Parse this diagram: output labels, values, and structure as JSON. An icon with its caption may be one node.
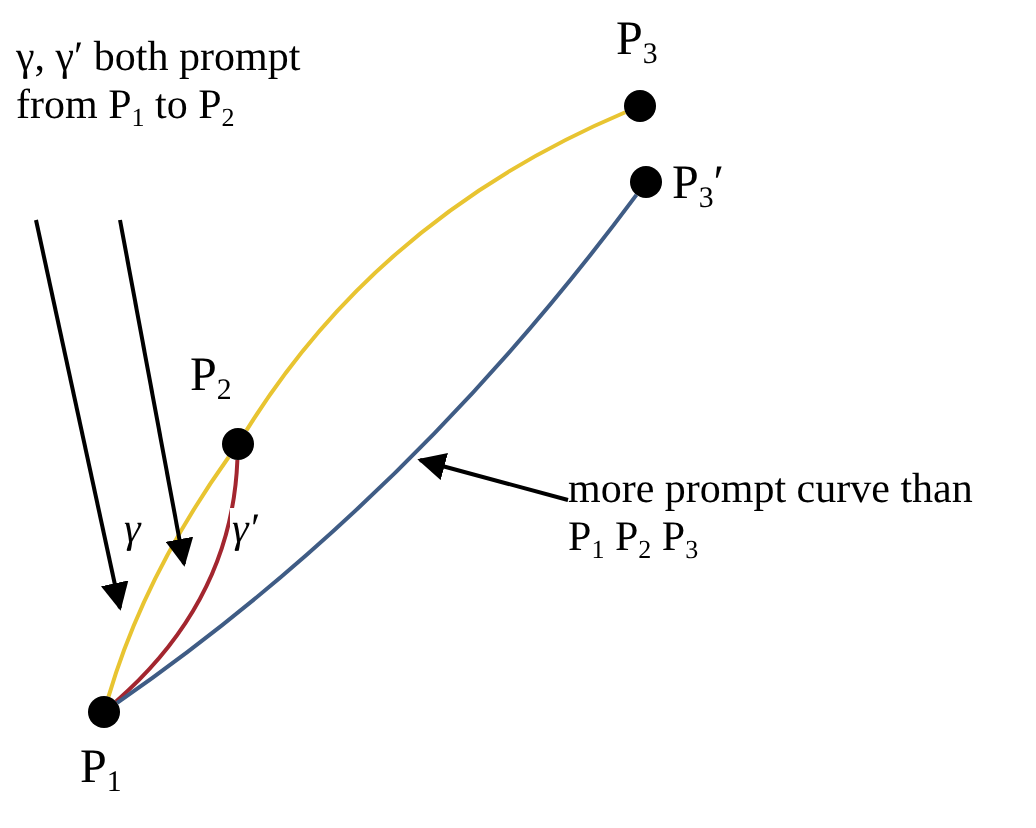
{
  "diagram": {
    "nodes": [
      {
        "text": [],
        "shape": "circle",
        "beside": [
          "P$_{1}$"
        ]
      },
      {
        "text": [],
        "shape": "circle",
        "beside": [
          "P$_{2}$"
        ]
      },
      {
        "text": [],
        "shape": "circle",
        "beside": [
          "P$_{3}$"
        ]
      },
      {
        "text": [],
        "shape": "circle",
        "beside": [
          "P$_{3}$′"
        ]
      },
      {
        "text": [
          "γ, γ′ both prompt from P$_{1}$ to P$_{2}$"
        ]
      },
      {
        "text": [
          "more prompt curve than P$_{1}$ P$_{2}$ P$_{3}$"
        ]
      }
    ],
    "edges": [
      {
        "from": 0,
        "to": 1,
        "arrow": "none",
        "label": "γ",
        "color": "#e8c431"
      },
      {
        "from": 1,
        "to": 2,
        "arrow": "none",
        "color": "#e8c431"
      },
      {
        "from": 0,
        "to": 1,
        "arrow": "none",
        "label": "γ′",
        "color": "#a3262f"
      },
      {
        "from": 0,
        "to": 3,
        "arrow": "none",
        "color": "#3f5c85"
      },
      {
        "from": 4,
        "to": null,
        "arrow": "to",
        "color": "#000000"
      },
      {
        "from": 4,
        "to": null,
        "arrow": "to",
        "color": "#000000"
      },
      {
        "from": 5,
        "to": null,
        "arrow": "to",
        "color": "#000000"
      }
    ]
  }
}
